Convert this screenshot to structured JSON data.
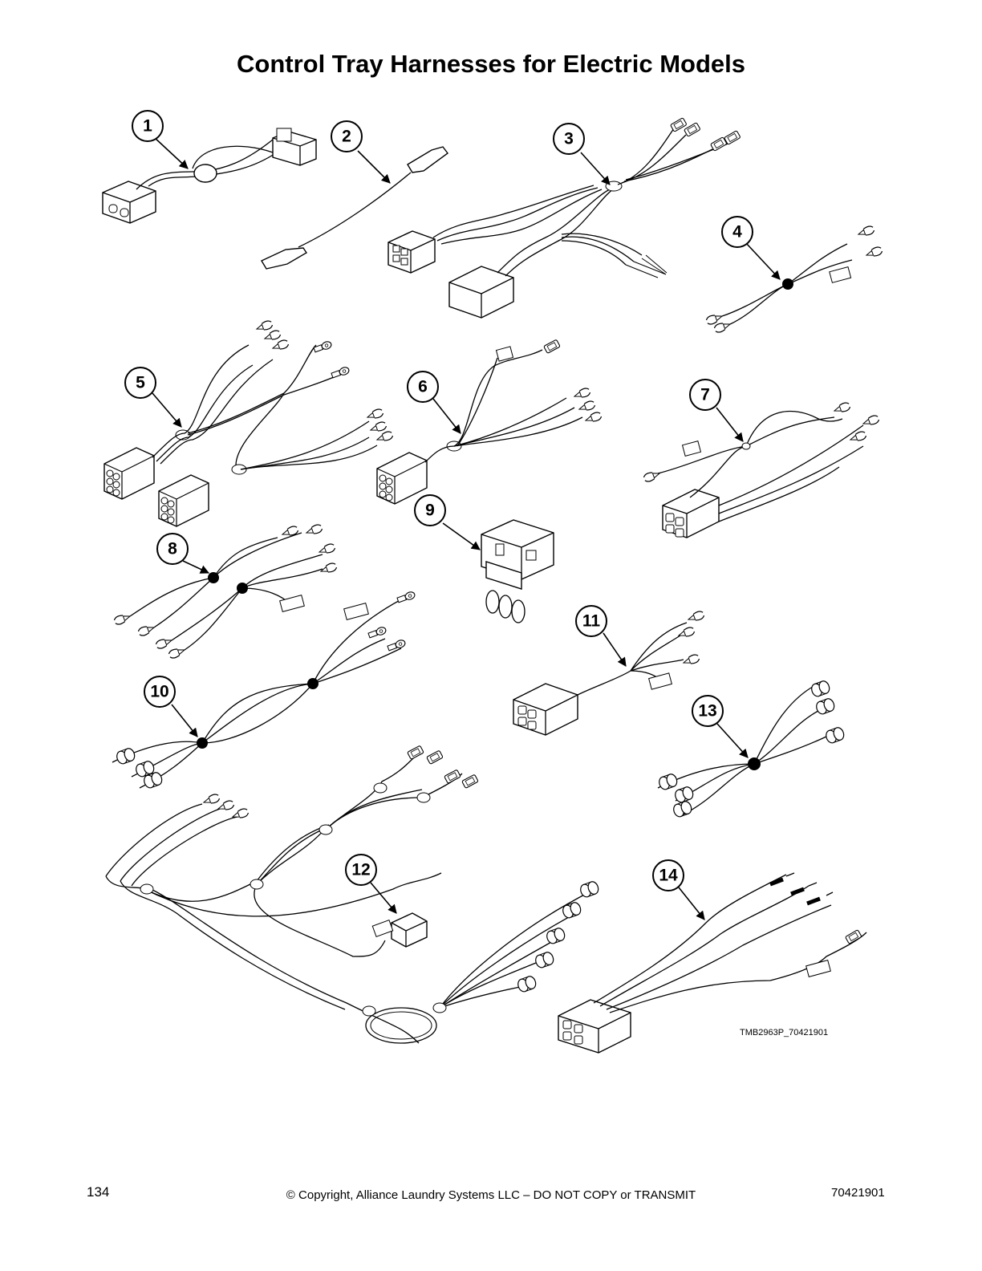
{
  "page": {
    "title": "Control Tray Harnesses for Electric Models",
    "figure_code": "TMB2963P_70421901",
    "page_number": "134",
    "copyright": "© Copyright, Alliance Laundry Systems LLC – DO NOT COPY or TRANSMIT",
    "document_number": "70421901"
  },
  "callouts": [
    "1",
    "2",
    "3",
    "4",
    "5",
    "6",
    "7",
    "8",
    "9",
    "10",
    "11",
    "12",
    "13",
    "14"
  ]
}
